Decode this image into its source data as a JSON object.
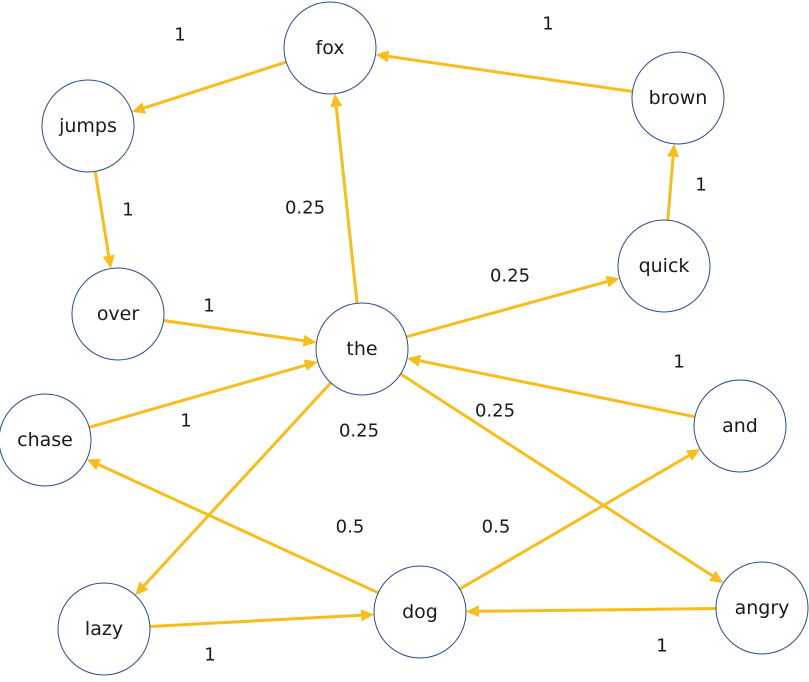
{
  "colors": {
    "edge": "#f7bd1c",
    "node_stroke": "#2f4b8a",
    "node_fill": "#ffffff",
    "text": "#1a1a1a"
  },
  "nodes": [
    {
      "id": "fox",
      "label": "fox"
    },
    {
      "id": "jumps",
      "label": "jumps"
    },
    {
      "id": "brown",
      "label": "brown"
    },
    {
      "id": "quick",
      "label": "quick"
    },
    {
      "id": "over",
      "label": "over"
    },
    {
      "id": "the",
      "label": "the"
    },
    {
      "id": "chase",
      "label": "chase"
    },
    {
      "id": "and",
      "label": "and"
    },
    {
      "id": "lazy",
      "label": "lazy"
    },
    {
      "id": "dog",
      "label": "dog"
    },
    {
      "id": "angry",
      "label": "angry"
    }
  ],
  "edges": [
    {
      "from": "fox",
      "to": "jumps",
      "weight": "1"
    },
    {
      "from": "brown",
      "to": "fox",
      "weight": "1"
    },
    {
      "from": "jumps",
      "to": "over",
      "weight": "1"
    },
    {
      "from": "quick",
      "to": "brown",
      "weight": "1"
    },
    {
      "from": "the",
      "to": "fox",
      "weight": "0.25"
    },
    {
      "from": "the",
      "to": "quick",
      "weight": "0.25"
    },
    {
      "from": "over",
      "to": "the",
      "weight": "1"
    },
    {
      "from": "and",
      "to": "the",
      "weight": "1"
    },
    {
      "from": "chase",
      "to": "the",
      "weight": "1"
    },
    {
      "from": "the",
      "to": "lazy",
      "weight": "0.25"
    },
    {
      "from": "the",
      "to": "angry",
      "weight": "0.25"
    },
    {
      "from": "dog",
      "to": "chase",
      "weight": "0.5"
    },
    {
      "from": "dog",
      "to": "and",
      "weight": "0.5"
    },
    {
      "from": "lazy",
      "to": "dog",
      "weight": "1"
    },
    {
      "from": "angry",
      "to": "dog",
      "weight": "1"
    }
  ]
}
